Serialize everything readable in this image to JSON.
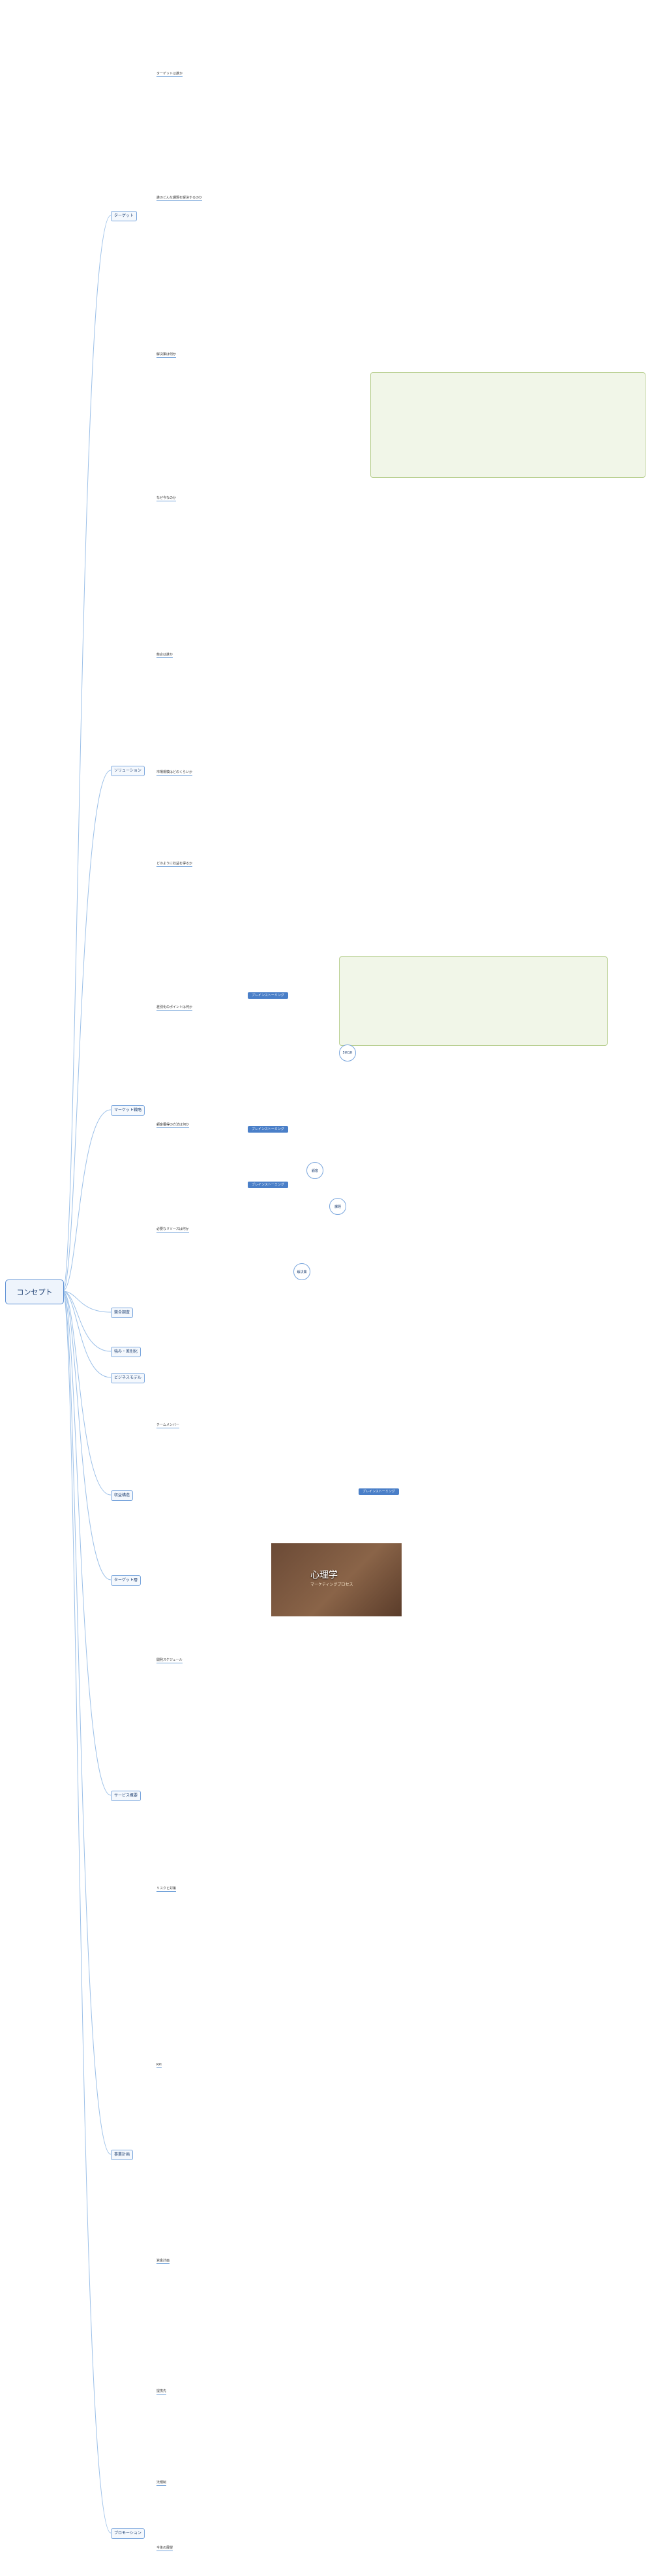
{
  "root": {
    "label": "コンセプト"
  },
  "level1": [
    "ターゲット",
    "ソリューション",
    "マーケット戦略",
    "競合調査",
    "強み・差別化",
    "ビジネスモデル",
    "収益構造",
    "ターゲット層",
    "サービス概要",
    "事業計画",
    "プロモーション"
  ],
  "nodes": {
    "n1": "ターゲットは誰か",
    "n2": "誰のどんな課題を解決するのか",
    "n3": "解決策は何か",
    "n4": "なぜ今なのか",
    "n5": "競合は誰か",
    "n6": "市場規模はどのくらいか",
    "n7": "どのように収益を得るか",
    "n8": "差別化のポイントは何か",
    "n9": "顧客獲得の方法は何か",
    "n10": "必要なリソースは何か",
    "n11": "チームメンバー",
    "n12": "開発スケジュール",
    "n13": "リスクと対策",
    "n14": "KPI",
    "n15": "資金計画",
    "n16": "提携先",
    "n17": "法規制",
    "n18": "今後の展望"
  },
  "badges": [
    "ブレインストーミング",
    "ブレインストーミング",
    "ブレインストーミング",
    "ブレインストーミング"
  ],
  "circles": [
    "5W1H",
    "顧客",
    "課題",
    "解決策"
  ],
  "photo": {
    "title": "心理学",
    "subtitle": "マーケティングプロセス"
  }
}
